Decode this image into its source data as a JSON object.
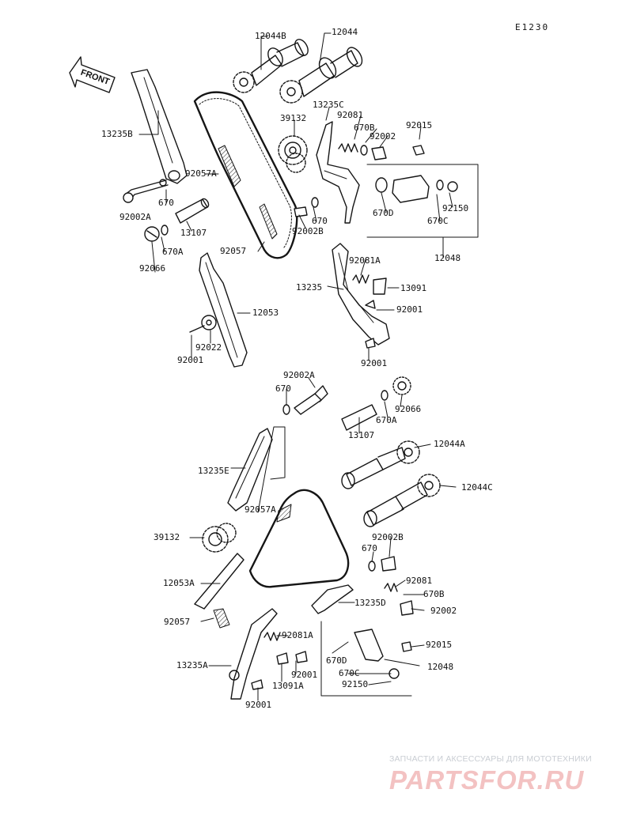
{
  "diagram_code": "E1230",
  "front_label": "FRONT",
  "watermark": {
    "tagline": "ЗАПЧАСТИ И АКСЕССУАРЫ ДЛЯ МОТОТЕХНИКИ",
    "logo": "PARTSFOR.RU",
    "logo_color": "#f3c2c2"
  },
  "labels": {
    "l01": "12044B",
    "l02": "12044",
    "l03": "13235B",
    "l04": "39132",
    "l05": "13235C",
    "l06": "92081",
    "l07": "670B",
    "l08": "92015",
    "l09": "92002",
    "l10": "92057A",
    "l11": "670",
    "l12": "92002A",
    "l13": "13107",
    "l14": "670",
    "l15": "92002B",
    "l16": "670D",
    "l17": "92150",
    "l18": "670C",
    "l19": "670A",
    "l20": "92057",
    "l21": "12048",
    "l22": "92066",
    "l23": "92081A",
    "l24": "13235",
    "l25": "13091",
    "l26": "92001",
    "l27": "12053",
    "l28": "92022",
    "l29": "92001",
    "l30": "92001",
    "l31": "92002A",
    "l32": "670",
    "l33": "92066",
    "l34": "670A",
    "l35": "13107",
    "l36": "12044A",
    "l37": "13235E",
    "l38": "12044C",
    "l39": "92057A",
    "l40": "39132",
    "l41": "92002B",
    "l42": "670",
    "l43": "12053A",
    "l44": "92081",
    "l45": "670B",
    "l46": "13235D",
    "l47": "92002",
    "l48": "92057",
    "l49": "92081A",
    "l50": "92015",
    "l51": "13235A",
    "l52": "670D",
    "l53": "92001",
    "l54": "12048",
    "l55": "670C",
    "l56": "13091A",
    "l57": "92150",
    "l58": "92001"
  }
}
